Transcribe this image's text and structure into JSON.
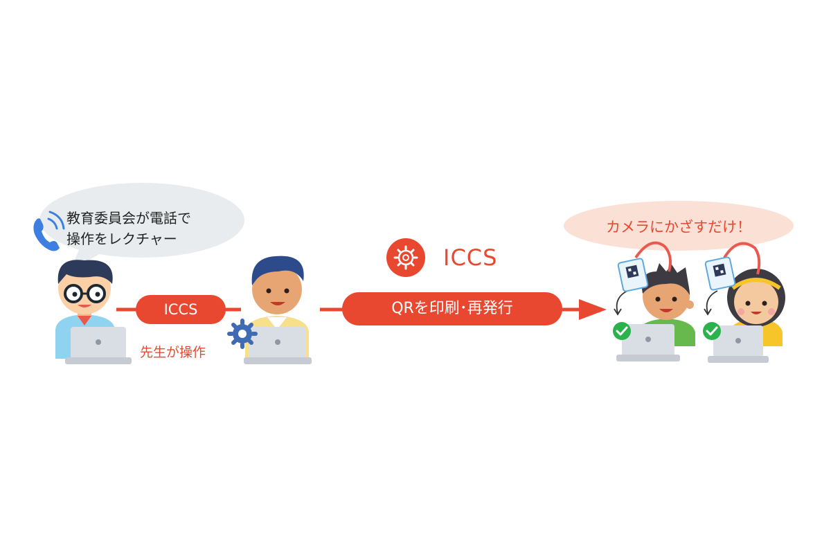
{
  "speech_bubble": {
    "line1": "教育委員会が電話で",
    "line2": "操作をレクチャー"
  },
  "connector_left": {
    "label": "ICCS"
  },
  "teacher_operation": {
    "label": "先生が操作"
  },
  "brand": {
    "name": "ICCS"
  },
  "connector_right": {
    "label": "QRを印刷･再発行"
  },
  "student_bubble": {
    "text": "カメラにかざすだけ！"
  },
  "colors": {
    "accent": "#e84830",
    "bubble_grey": "#e9ecee",
    "student_bubble": "#fbe0d6",
    "check_green": "#2bb24c",
    "phone_blue": "#3d7fe0"
  },
  "icons": [
    "phone-icon",
    "gear-icon",
    "logo-gear-icon",
    "id-card-icon",
    "check-icon",
    "laptop-icon"
  ]
}
